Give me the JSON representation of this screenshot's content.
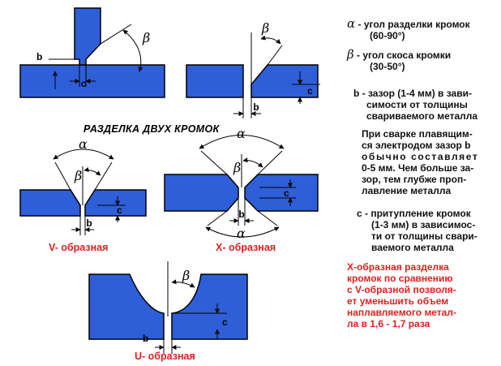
{
  "symbols": {
    "alpha": "α",
    "beta": "β",
    "b": "b",
    "c": "c"
  },
  "heading": "РАЗДЕЛКА ДВУХ КРОМОК",
  "captions": {
    "v": "V- образная",
    "x": "X- образная",
    "u": "U- образная"
  },
  "notes": {
    "alpha_title": "- угол разделки кромок",
    "alpha_range": "(60-90°)",
    "beta_title": "- угол скоса кромки",
    "beta_range": "(30-50°)",
    "gap_lines": [
      "b - зазор (1-4 мм) в зави-",
      "симости от толщины",
      "свариваемого металла"
    ],
    "electrode_lines": [
      "При сварке плавящим-",
      "ся электродом зазор b",
      "обычно составляет",
      "0-5 мм. Чем больше за-",
      "зор, тем глубже проп-",
      "лавление металла"
    ],
    "blunt_lines": [
      "c - притупление кромок",
      "(1-3 мм) в зависимос-",
      "ти от толщины свари-",
      "ваемого металла"
    ],
    "conclusion_lines": [
      "X-образная разделка",
      "кромок по сравнению",
      "с V-образной позволя-",
      "ет уменьшить объем",
      "наплавляемого метал-",
      "ла в 1,6 - 1,7 раза"
    ]
  },
  "colors": {
    "plate": "#2e5fd8",
    "accent_red": "#e0201c",
    "text": "#111111"
  }
}
